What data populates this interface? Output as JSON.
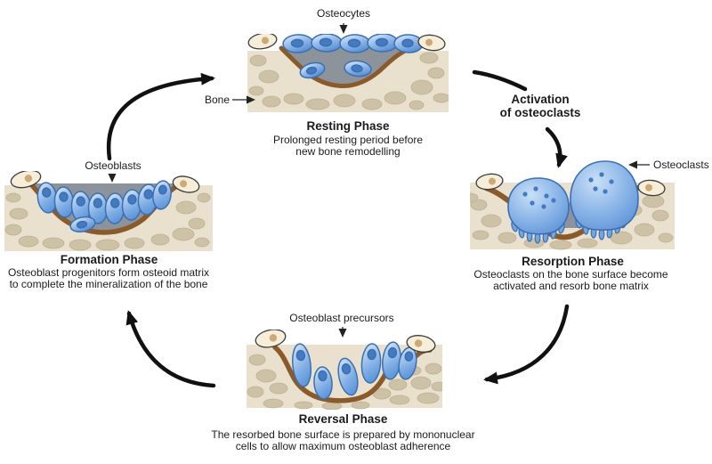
{
  "diagram": {
    "title_context": "Bone remodelling cycle",
    "colors": {
      "background": "#ffffff",
      "bone_tan": "#e9e0cd",
      "pebble": "#cec2a6",
      "matrix_gray": "#8d939b",
      "border_brown": "#8a5a2b",
      "cell_blue": "#6d9fdd",
      "cell_outline": "#3a70b2",
      "nucleus_blue": "#447ac2",
      "lining_cell_cream": "#f6eed8",
      "lining_nucleus": "#cda977",
      "arrow_black": "#111111",
      "text": "#1b1b1b"
    },
    "phases": {
      "resting": {
        "title": "Resting Phase",
        "description": [
          "Prolonged resting period before",
          "new bone remodelling"
        ],
        "cell_label": "Osteocytes",
        "bone_label": "Bone"
      },
      "resorption": {
        "title": "Resorption Phase",
        "description": [
          "Osteoclasts on the bone surface become",
          "activated and resorb bone matrix"
        ],
        "cell_label": "Osteoclasts"
      },
      "reversal": {
        "title": "Reversal Phase",
        "description": [
          "The resorbed bone surface is prepared by mononuclear",
          "cells to allow maximum osteoblast adherence"
        ],
        "cell_label": "Osteoblast precursors"
      },
      "formation": {
        "title": "Formation Phase",
        "description": [
          "Osteoblast progenitors form osteoid matrix",
          "to complete the mineralization of the bone"
        ],
        "cell_label": "Osteoblasts"
      }
    },
    "transition_label": [
      "Activation",
      "of osteoclasts"
    ]
  }
}
